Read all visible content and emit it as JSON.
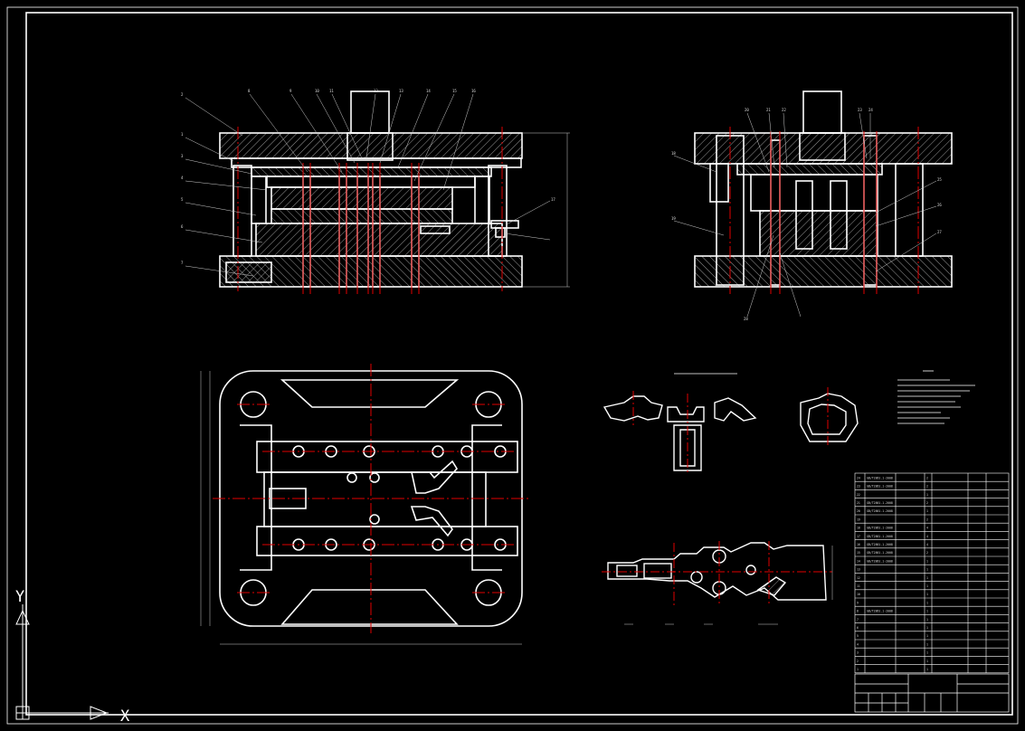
{
  "drawing": {
    "background": "#000000",
    "line_color": "#ffffff",
    "centerline_color": "#e00000",
    "dimension_color": "#cccccc"
  },
  "views": [
    {
      "name": "front-section",
      "part_labels": [
        "2",
        "1",
        "3",
        "4",
        "5",
        "6",
        "7",
        "8",
        "9",
        "10",
        "11",
        "12",
        "13",
        "14",
        "15",
        "16",
        "17"
      ]
    },
    {
      "name": "side-section",
      "part_labels": [
        "18",
        "19",
        "20",
        "21",
        "22",
        "23",
        "24",
        "25",
        "26",
        "27",
        "28"
      ]
    },
    {
      "name": "top-view",
      "part_labels": []
    },
    {
      "name": "strip-layout",
      "part_labels": []
    }
  ],
  "bom": {
    "row_count": 24,
    "rows": [
      {
        "no": "24",
        "std": "GB/T2861.1-2008",
        "qty": "2"
      },
      {
        "no": "23",
        "std": "GB/T2861.1-2008",
        "qty": "2"
      },
      {
        "no": "22",
        "std": "",
        "qty": "1"
      },
      {
        "no": "21",
        "std": "GB/T2861.1-2008",
        "qty": "2"
      },
      {
        "no": "20",
        "std": "GB/T2861.1-2008",
        "qty": "1"
      },
      {
        "no": "19",
        "std": "",
        "qty": "2"
      },
      {
        "no": "18",
        "std": "GB/T2861.1-2008",
        "qty": "4"
      },
      {
        "no": "17",
        "std": "GB/T2861.1-2008",
        "qty": "4"
      },
      {
        "no": "16",
        "std": "GB/T2861.1-2008",
        "qty": "4"
      },
      {
        "no": "15",
        "std": "GB/T2861.1-2008",
        "qty": "2"
      },
      {
        "no": "14",
        "std": "GB/T2861.1-2008",
        "qty": "1"
      },
      {
        "no": "13",
        "std": "",
        "qty": "1"
      },
      {
        "no": "12",
        "std": "",
        "qty": "1"
      },
      {
        "no": "11",
        "std": "",
        "qty": "1"
      },
      {
        "no": "10",
        "std": "",
        "qty": "1"
      },
      {
        "no": "9",
        "std": "",
        "qty": "1"
      },
      {
        "no": "8",
        "std": "GB/T2861.1-2008",
        "qty": "1"
      },
      {
        "no": "7",
        "std": "",
        "qty": "1"
      },
      {
        "no": "6",
        "std": "",
        "qty": "1"
      },
      {
        "no": "5",
        "std": "",
        "qty": "1"
      },
      {
        "no": "4",
        "std": "",
        "qty": "1"
      },
      {
        "no": "3",
        "std": "",
        "qty": "1"
      },
      {
        "no": "2",
        "std": "",
        "qty": "1"
      },
      {
        "no": "1",
        "std": "",
        "qty": "1"
      }
    ]
  },
  "axis_icon": {
    "x_label": "X",
    "y_label": "Y"
  }
}
